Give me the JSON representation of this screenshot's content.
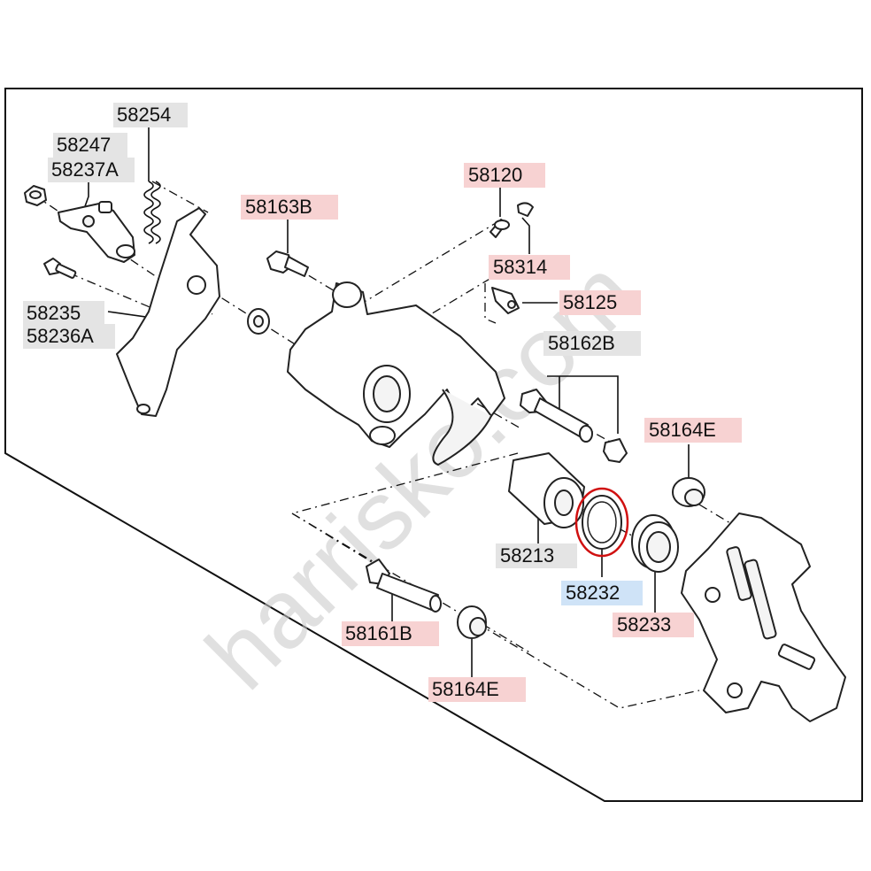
{
  "watermark": "harrisko.com",
  "colors": {
    "label_gray": "#e4e4e4",
    "label_red": "#f7d2d2",
    "label_blue": "#cfe3f7",
    "highlight_ring": "#d01010"
  },
  "labels": {
    "p58254": "58254",
    "p58247": "58247",
    "p58237A": "58237A",
    "p58235": "58235",
    "p58236A": "58236A",
    "p58163B": "58163B",
    "p58120": "58120",
    "p58314": "58314",
    "p58125": "58125",
    "p58162B": "58162B",
    "p58164E_top": "58164E",
    "p58213": "58213",
    "p58232": "58232",
    "p58233": "58233",
    "p58161B": "58161B",
    "p58164E_bottom": "58164E"
  }
}
